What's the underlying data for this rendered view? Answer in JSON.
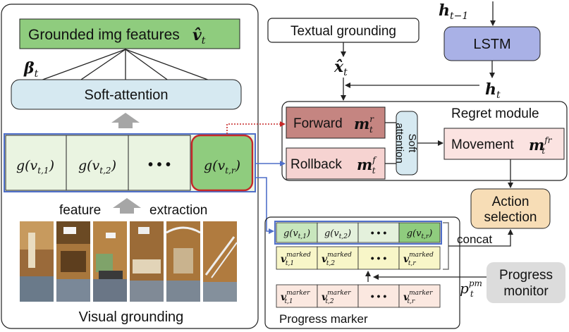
{
  "visual": {
    "grounded_title": "Grounded img features",
    "grounded_symbol": "v̂",
    "grounded_sub": "t",
    "beta": "β",
    "beta_sub": "t",
    "soft_attention": "Soft-attention",
    "feature_cells": [
      {
        "text": "g(v",
        "sub": "t,1",
        "close": ")"
      },
      {
        "text": "g(v",
        "sub": "t,2",
        "close": ")"
      },
      {
        "text": "• • •",
        "sub": "",
        "close": ""
      },
      {
        "text": "g(v",
        "sub": "t,r",
        "close": ")"
      }
    ],
    "feature_label": "feature",
    "extraction_label": "extraction",
    "caption": "Visual grounding"
  },
  "textual": {
    "box": "Textual grounding",
    "xhat": "x̂",
    "xhat_sub": "t"
  },
  "lstm": {
    "label": "LSTM",
    "h_prev": "h",
    "h_prev_sub": "t−1",
    "h_t": "h",
    "h_t_sub": "t"
  },
  "regret": {
    "title": "Regret  module",
    "forward": "Forward",
    "forward_sym": "m",
    "forward_sup": "r",
    "forward_sub": "t",
    "rollback": "Rollback",
    "rollback_sym": "m",
    "rollback_sup": "f",
    "rollback_sub": "t",
    "soft1": "Soft",
    "soft2": "attention",
    "movement": "Movement",
    "movement_sym": "m",
    "movement_sup": "fr",
    "movement_sub": "t"
  },
  "action": {
    "line1": "Action",
    "line2": "selection"
  },
  "progress": {
    "concat": "concat",
    "row1": [
      {
        "t": "g(v",
        "s": "t,1",
        "c": ")"
      },
      {
        "t": "g(v",
        "s": "t,2",
        "c": ")"
      },
      {
        "t": "• • •",
        "s": "",
        "c": ""
      },
      {
        "t": "g(v",
        "s": "t,r",
        "c": ")"
      }
    ],
    "row2": [
      {
        "t": "v",
        "sup": "marked",
        "s": "t,1"
      },
      {
        "t": "v",
        "sup": "marked",
        "s": "t,2"
      },
      {
        "t": "• • •",
        "sup": "",
        "s": ""
      },
      {
        "t": "v",
        "sup": "marked",
        "s": "t,r"
      }
    ],
    "row3": [
      {
        "t": "v",
        "sup": "marker",
        "s": "t,1"
      },
      {
        "t": "v",
        "sup": "marker",
        "s": "t,2"
      },
      {
        "t": "• • •",
        "sup": "",
        "s": ""
      },
      {
        "t": "v",
        "sup": "marker",
        "s": "t,r"
      }
    ],
    "caption": "Progress marker",
    "monitor1": "Progress",
    "monitor2": "monitor",
    "ppm": "p",
    "ppm_sup": "pm",
    "ppm_sub": "t"
  }
}
